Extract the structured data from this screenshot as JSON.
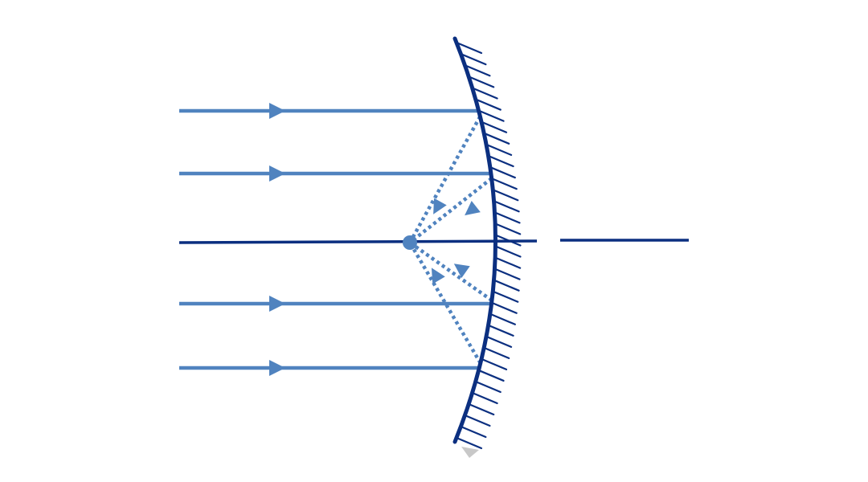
{
  "diagram": {
    "kind": "concave-mirror-ray-diagram",
    "colors": {
      "mirror": "#0B2F80",
      "axis": "#0B2F80",
      "ray": "#5083BF",
      "focus": "#5083BF",
      "hatch": "#0B2F80",
      "mirror_base_shadow": "#C8C8C8"
    },
    "incident_rays": 4,
    "reflected_rays": 4,
    "focal_point_marked": true,
    "hatched_mirror_back": true
  }
}
